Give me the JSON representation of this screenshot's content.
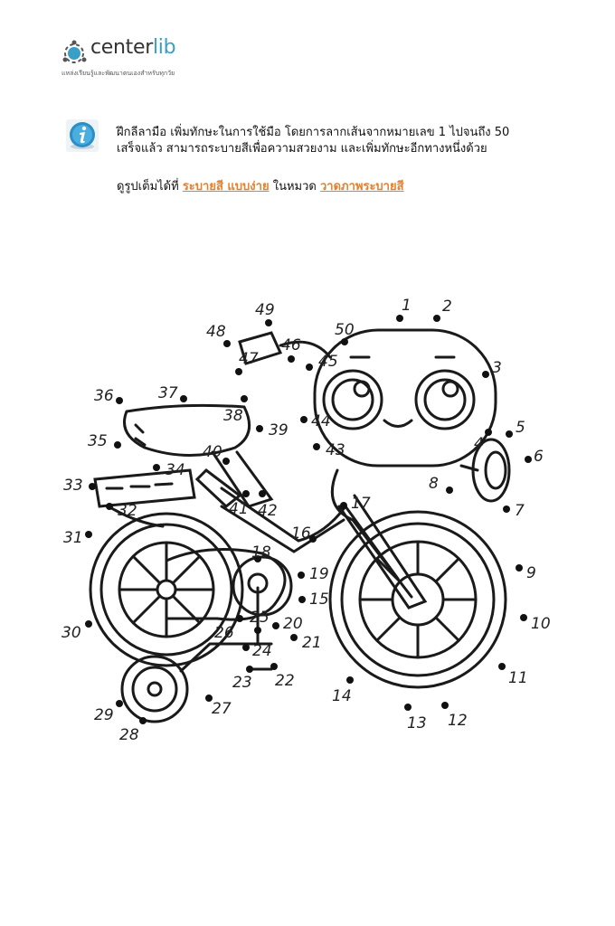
{
  "logo": {
    "name_prefix": "center",
    "name_suffix": "lib",
    "tagline": "แหล่งเรียนรู้และพัฒนาตนเองสำหรับทุกวัย"
  },
  "intro": {
    "line1": "ฝึกลีลามือ เพิ่มทักษะในการใช้มือ โดยการลากเส้นจากหมายเลข 1 ไปจนถึง 50",
    "line2": "เสร็จแล้ว สามารถระบายสีเพื่อความสวยงาม และเพิ่มทักษะอีกทางหนึ่งด้วย"
  },
  "links": {
    "prefix": "ดูรูปเต็มได้ที่",
    "link1": "ระบายสี แบบง่าย",
    "middle": "ในหมวด",
    "link2": "วาดภาพระบายสี"
  },
  "icons": {
    "info": "info-icon",
    "logo": "centerlib-logo-icon"
  },
  "colors": {
    "accent_link": "#e8802a",
    "logo_lib": "#3a9fc6",
    "info_blue": "#2b8fc6"
  },
  "dots": [
    {
      "n": "1"
    },
    {
      "n": "2"
    },
    {
      "n": "3"
    },
    {
      "n": "4"
    },
    {
      "n": "5"
    },
    {
      "n": "6"
    },
    {
      "n": "7"
    },
    {
      "n": "8"
    },
    {
      "n": "9"
    },
    {
      "n": "10"
    },
    {
      "n": "11"
    },
    {
      "n": "12"
    },
    {
      "n": "13"
    },
    {
      "n": "14"
    },
    {
      "n": "15"
    },
    {
      "n": "16"
    },
    {
      "n": "17"
    },
    {
      "n": "18"
    },
    {
      "n": "19"
    },
    {
      "n": "20"
    },
    {
      "n": "21"
    },
    {
      "n": "22"
    },
    {
      "n": "23"
    },
    {
      "n": "24"
    },
    {
      "n": "25"
    },
    {
      "n": "26"
    },
    {
      "n": "27"
    },
    {
      "n": "28"
    },
    {
      "n": "29"
    },
    {
      "n": "30"
    },
    {
      "n": "31"
    },
    {
      "n": "32"
    },
    {
      "n": "33"
    },
    {
      "n": "34"
    },
    {
      "n": "35"
    },
    {
      "n": "36"
    },
    {
      "n": "37"
    },
    {
      "n": "38"
    },
    {
      "n": "39"
    },
    {
      "n": "40"
    },
    {
      "n": "41"
    },
    {
      "n": "42"
    },
    {
      "n": "43"
    },
    {
      "n": "44"
    },
    {
      "n": "45"
    },
    {
      "n": "46"
    },
    {
      "n": "47"
    },
    {
      "n": "48"
    },
    {
      "n": "49"
    },
    {
      "n": "50"
    }
  ]
}
